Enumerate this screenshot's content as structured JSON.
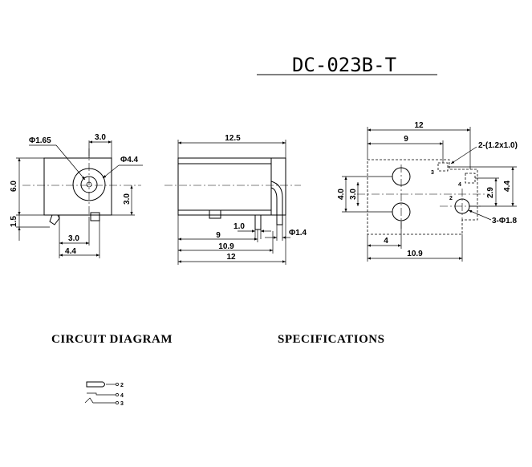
{
  "title": "DC-023B-T",
  "front_view": {
    "dims": {
      "d165": "Φ1.65",
      "w30_top": "3.0",
      "d44": "Φ4.4",
      "h60": "6.0",
      "h30": "3.0",
      "h15": "1.5",
      "w30_bot": "3.0",
      "w44": "4.4"
    }
  },
  "side_view": {
    "dims": {
      "l125": "12.5",
      "l10": "1.0",
      "l9": "9",
      "d14": "Φ1.4",
      "l109": "10.9",
      "l12": "12"
    }
  },
  "footprint": {
    "dims": {
      "w12": "12",
      "w9": "9",
      "slot": "2-(1.2x1.0)",
      "h40": "4.0",
      "h30": "3.0",
      "h29": "2.9",
      "h44": "4.4",
      "holes": "3-Φ1.8",
      "w4": "4",
      "w109": "10.9"
    },
    "pins": {
      "p3": "3",
      "p4": "4",
      "p2": "2"
    }
  },
  "circuit": {
    "heading": "CIRCUIT DIAGRAM",
    "pins": {
      "p2": "2",
      "p4": "4",
      "p3": "3"
    }
  },
  "specifications": {
    "heading": "SPECIFICATIONS"
  }
}
